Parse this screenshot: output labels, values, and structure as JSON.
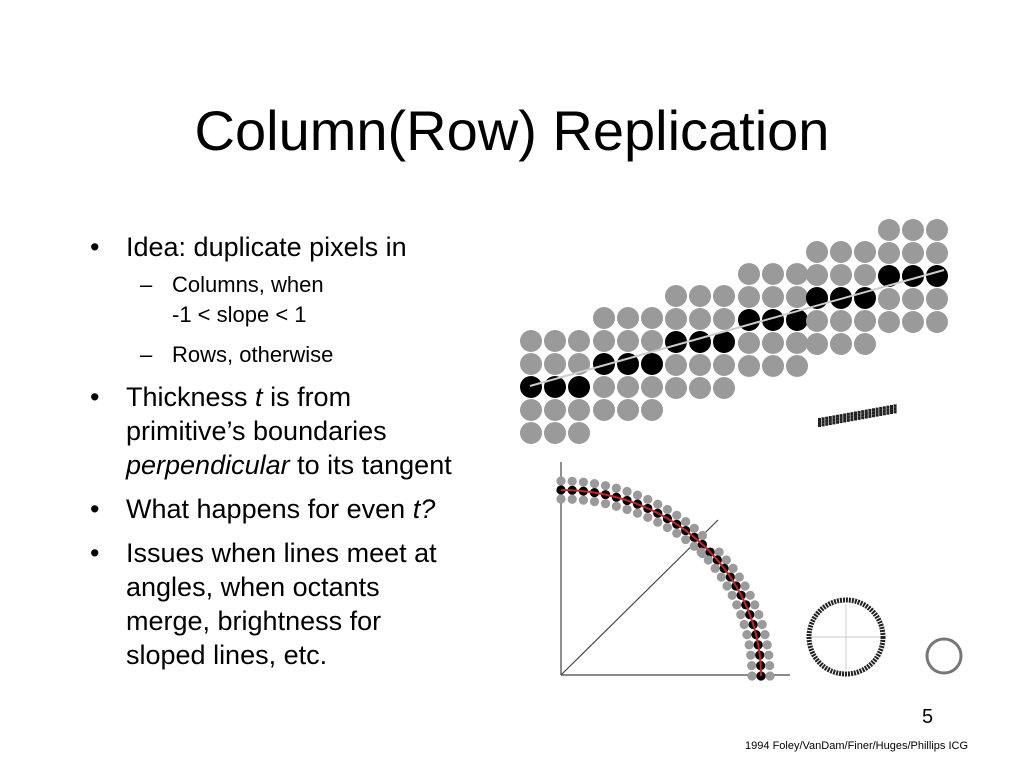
{
  "slide": {
    "title": "Column(Row) Replication",
    "bullets": [
      {
        "text": "Idea: duplicate pixels in"
      },
      {
        "text": "Thickness "
      },
      {
        "text": "What happens for even "
      },
      {
        "text": "Issues when lines meet at angles, when octants merge, brightness for sloped lines, etc."
      }
    ],
    "sub_bullets": [
      {
        "line1": "Columns, when",
        "line2": "-1 < slope < 1"
      },
      {
        "text": "Rows, otherwise"
      }
    ],
    "thickness": {
      "t": "t",
      "rest": " is from",
      "line2": "primitive’s boundaries",
      "perp": "perpendicular",
      "tail": " to its tangent"
    },
    "even_t": "t?",
    "issues_lines": [
      "Issues when lines meet at",
      "angles, when octants",
      "merge, brightness for",
      "sloped lines, etc."
    ],
    "bullet_char": "•",
    "dash_char": "–",
    "slide_number": "5",
    "credit": "1994 Foley/VanDam/Finer/Huges/Phillips ICG"
  },
  "colors": {
    "pixel_gray": "#9a9a9a",
    "pixel_black": "#000000",
    "curve_red": "#cc2222"
  }
}
